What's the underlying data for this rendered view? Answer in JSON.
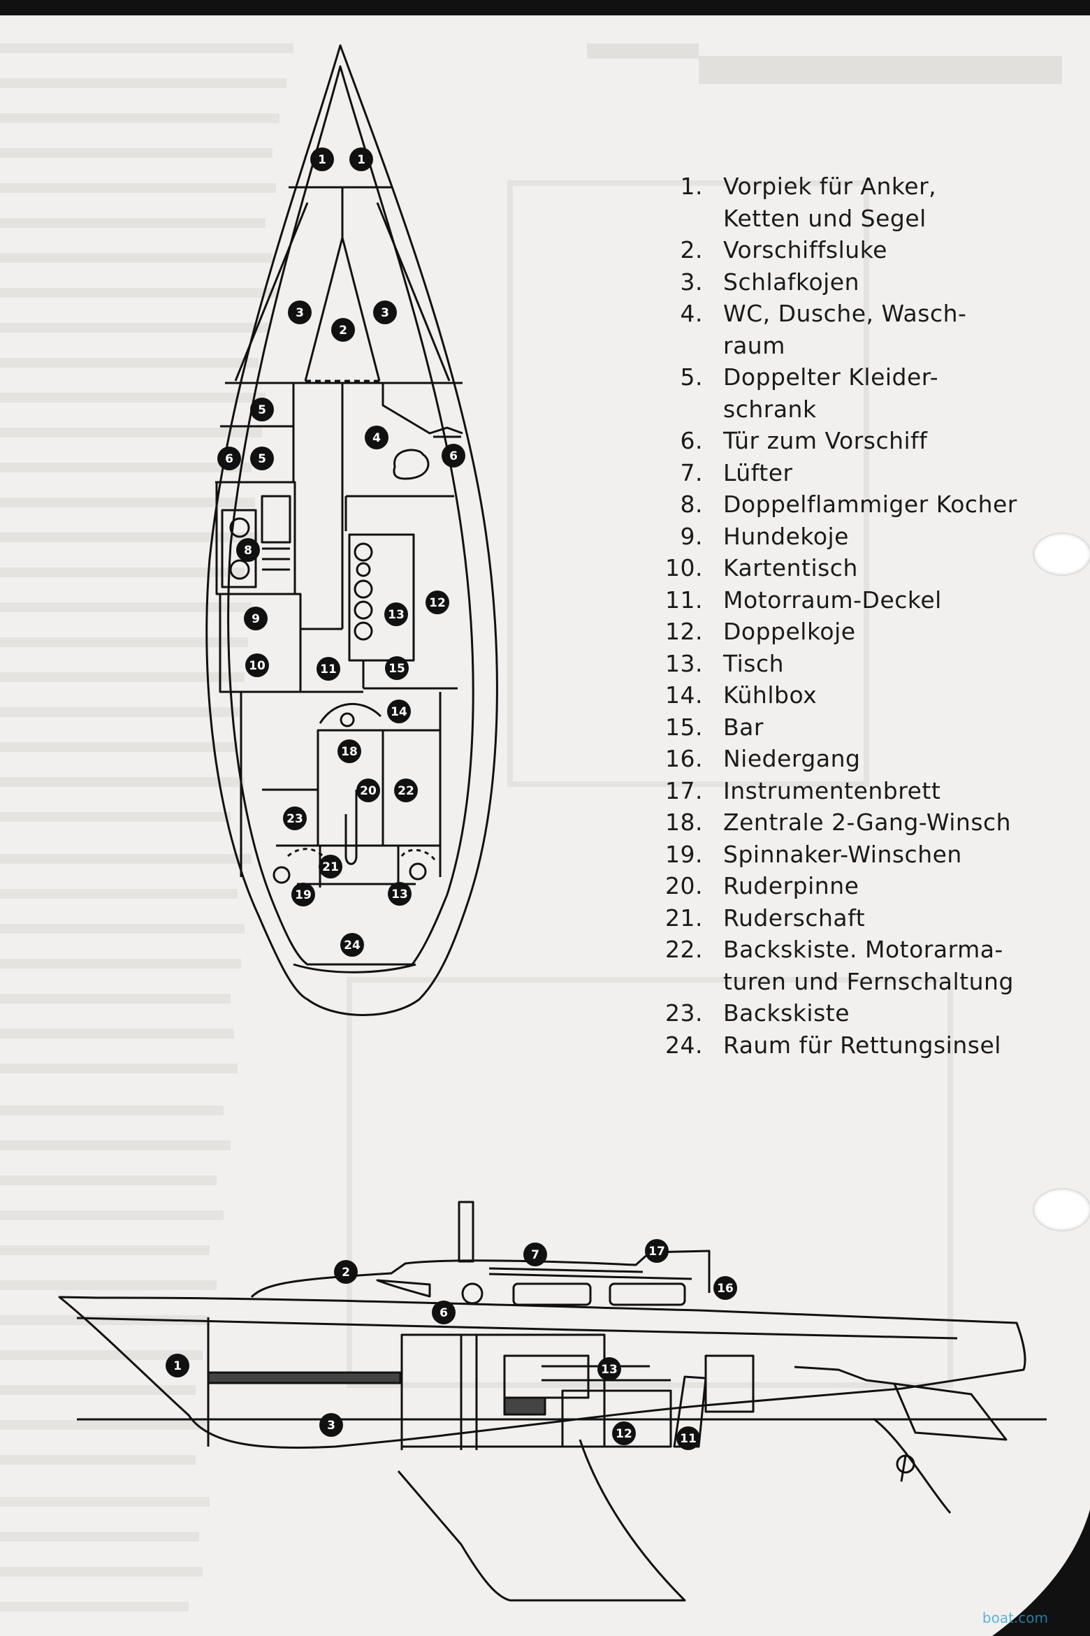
{
  "legend": [
    {
      "num": "1.",
      "lines": [
        "Vorpiek für Anker,",
        "Ketten und Segel"
      ]
    },
    {
      "num": "2.",
      "lines": [
        "Vorschiffsluke"
      ]
    },
    {
      "num": "3.",
      "lines": [
        "Schlafkojen"
      ]
    },
    {
      "num": "4.",
      "lines": [
        "WC, Dusche, Wasch-",
        "raum"
      ]
    },
    {
      "num": "5.",
      "lines": [
        "Doppelter Kleider-",
        "schrank"
      ]
    },
    {
      "num": "6.",
      "lines": [
        "Tür zum Vorschiff"
      ]
    },
    {
      "num": "7.",
      "lines": [
        "Lüfter"
      ]
    },
    {
      "num": "8.",
      "lines": [
        "Doppelflammiger Kocher"
      ]
    },
    {
      "num": "9.",
      "lines": [
        "Hundekoje"
      ]
    },
    {
      "num": "10.",
      "lines": [
        "Kartentisch"
      ]
    },
    {
      "num": "11.",
      "lines": [
        "Motorraum-Deckel"
      ]
    },
    {
      "num": "12.",
      "lines": [
        "Doppelkoje"
      ]
    },
    {
      "num": "13.",
      "lines": [
        "Tisch"
      ]
    },
    {
      "num": "14.",
      "lines": [
        "Kühlbox"
      ]
    },
    {
      "num": "15.",
      "lines": [
        "Bar"
      ]
    },
    {
      "num": "16.",
      "lines": [
        "Niedergang"
      ]
    },
    {
      "num": "17.",
      "lines": [
        "Instrumentenbrett"
      ]
    },
    {
      "num": "18.",
      "lines": [
        "Zentrale 2-Gang-Winsch"
      ]
    },
    {
      "num": "19.",
      "lines": [
        "Spinnaker-Winschen"
      ]
    },
    {
      "num": "20.",
      "lines": [
        "Ruderpinne"
      ]
    },
    {
      "num": "21.",
      "lines": [
        "Ruderschaft"
      ]
    },
    {
      "num": "22.",
      "lines": [
        "Backskiste. Motorarma-",
        "turen und Fernschaltung"
      ]
    },
    {
      "num": "23.",
      "lines": [
        "Backskiste"
      ]
    },
    {
      "num": "24.",
      "lines": [
        "Raum für Rettungsinsel"
      ]
    }
  ],
  "plan_markers": [
    "1",
    "1",
    "2",
    "3",
    "3",
    "4",
    "5",
    "5",
    "6",
    "6",
    "8",
    "9",
    "10",
    "11",
    "12",
    "13",
    "14",
    "15",
    "18",
    "20",
    "22",
    "23",
    "21",
    "19",
    "13",
    "24"
  ],
  "profile_markers": [
    "1",
    "2",
    "3",
    "6",
    "7",
    "17",
    "16",
    "13",
    "12",
    "11"
  ],
  "watermark": "boat.com",
  "colors": {
    "paper": "#f1f0ee",
    "ink": "#111111",
    "marker": "#111111"
  }
}
